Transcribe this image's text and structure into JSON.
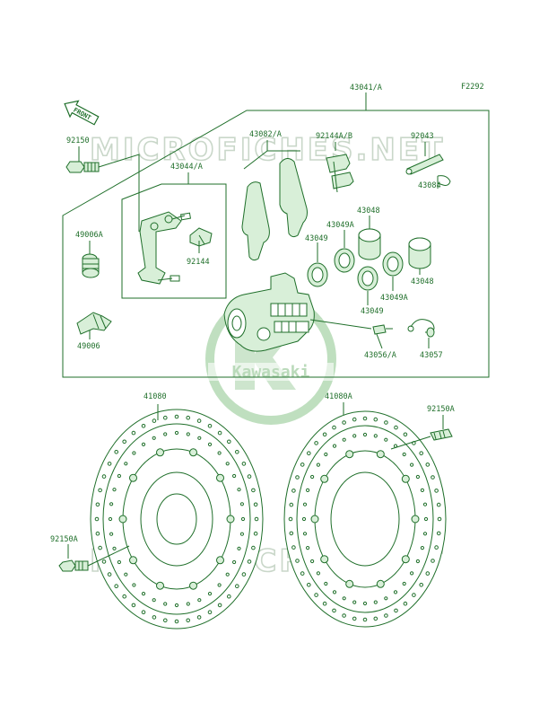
{
  "colors": {
    "ink": "#1f6f2a",
    "fill": "#d8efd8",
    "watermark": "#c9d7c9",
    "logo": "#b9dcb9"
  },
  "figure_code": "F2292",
  "front_arrow": "FRONT",
  "watermarks": [
    "MICROFICHES.NET",
    "MICROFICHES.NET"
  ],
  "logo_text": "Kawasaki",
  "labels": {
    "l43041A": "43041/A",
    "l92150": "92150",
    "l43082A": "43082/A",
    "l92144AB": "92144A/B",
    "l92043": "92043",
    "l43044A": "43044/A",
    "l43084": "43084",
    "l43048a": "43048",
    "l49006A": "49006A",
    "l43049Aa": "43049A",
    "l43049a": "43049",
    "l92144": "92144",
    "l43048b": "43048",
    "l43049Ab": "43049A",
    "l43049b": "43049",
    "l49006": "49006",
    "l43056A": "43056/A",
    "l43057": "43057",
    "l41080": "41080",
    "l41080A": "41080A",
    "l92150A_right": "92150A",
    "l92150A_left": "92150A"
  }
}
